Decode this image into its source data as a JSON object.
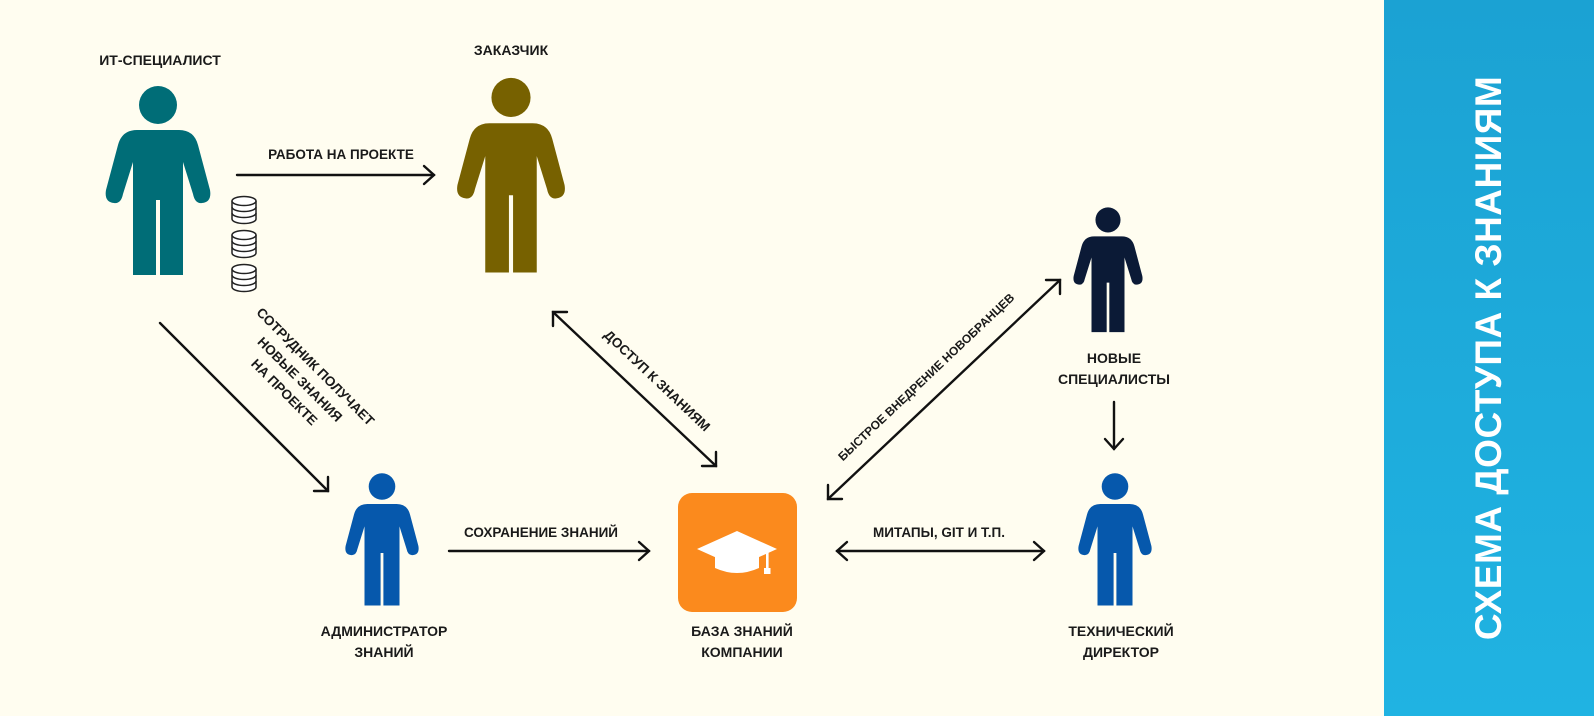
{
  "sidebar": {
    "title": "СХЕМА ДОСТУПА К ЗНАНИЯМ"
  },
  "nodes": {
    "it_specialist": {
      "label": "ИТ-СПЕЦИАЛИСТ",
      "color": "#006d77"
    },
    "customer": {
      "label": "ЗАКАЗЧИК",
      "color": "#776100"
    },
    "new_specialists": {
      "line1": "НОВЫЕ",
      "line2": "СПЕЦИАЛИСТЫ",
      "color": "#0b1a36"
    },
    "knowledge_admin": {
      "line1": "АДМИНИСТРАТОР",
      "line2": "ЗНАНИЙ",
      "color": "#0658ac"
    },
    "knowledge_base": {
      "line1": "БАЗА ЗНАНИЙ",
      "line2": "КОМПАНИИ",
      "color": "#fb8a1d",
      "icon": "graduation-cap-icon"
    },
    "tech_director": {
      "line1": "ТЕХНИЧЕСКИЙ",
      "line2": "ДИРЕКТОР",
      "color": "#0658ac"
    }
  },
  "edges": {
    "project_work": "РАБОТА НА ПРОЕКТЕ",
    "knowledge_access": "ДОСТУП К ЗНАНИЯМ",
    "fast_onboarding": "БЫСТРОЕ ВНЕДРЕНИЕ НОВОБРАНЦЕВ",
    "employee_gets": {
      "line1": "СОТРУДНИК ПОЛУЧАЕТ",
      "line2": "НОВЫЕ ЗНАНИЯ",
      "line3": "НА ПРОЕКТЕ"
    },
    "knowledge_saving": "СОХРАНЕНИЕ ЗНАНИЙ",
    "meetups": "МИТАПЫ, GIT И Т.П."
  },
  "icons": {
    "database": "database-icon"
  }
}
